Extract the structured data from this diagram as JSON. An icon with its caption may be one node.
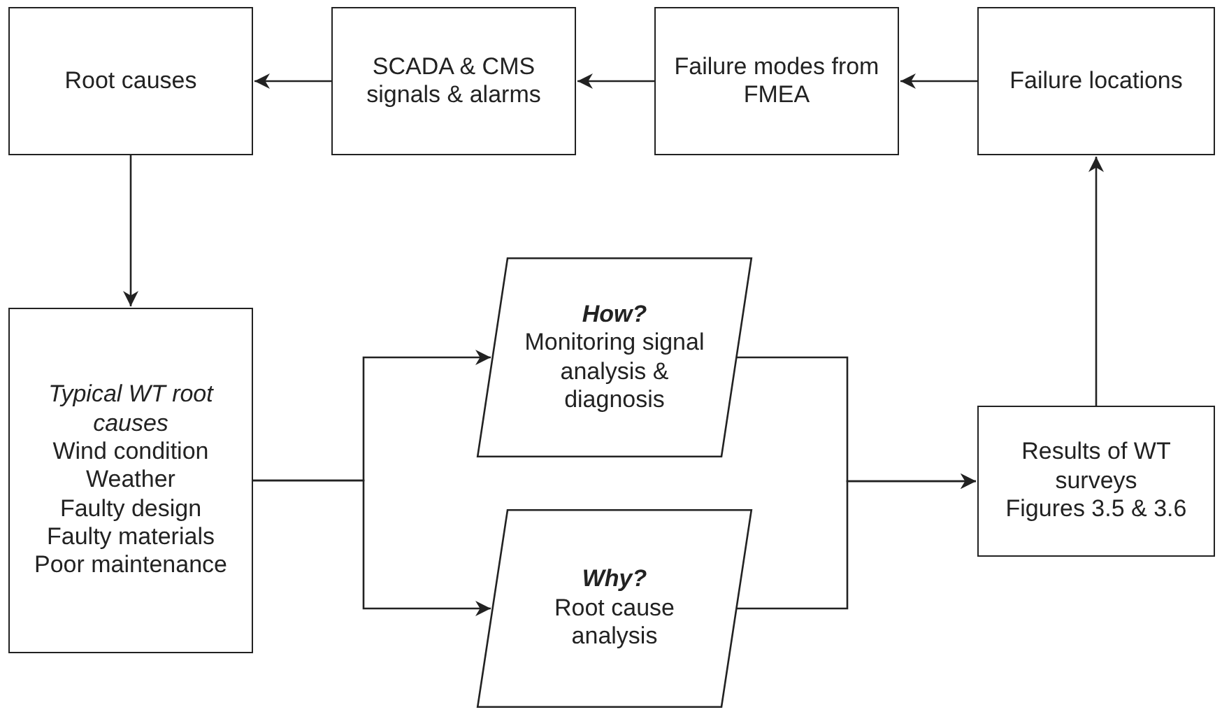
{
  "diagram": {
    "nodes": [
      {
        "text": [
          "Root causes"
        ]
      },
      {
        "text": [
          "SCADA & CMS signals & alarms"
        ]
      },
      {
        "text": [
          "Failure modes from FMEA"
        ]
      },
      {
        "text": [
          "Failure locations"
        ]
      },
      {
        "text": [
          "Typical WT root causes",
          "Wind condition",
          "Weather",
          "Faulty design",
          "Faulty materials",
          "Poor maintenance"
        ]
      },
      {
        "text": [
          "How?",
          "Monitoring signal analysis & diagnosis"
        ]
      },
      {
        "text": [
          "Why?",
          "Root cause analysis"
        ]
      },
      {
        "text": [
          "Results of WT surveys",
          "Figures 3.5 & 3.6"
        ]
      }
    ],
    "edges": [
      {
        "from": 1,
        "to": 0,
        "arrow": "to"
      },
      {
        "from": 2,
        "to": 1,
        "arrow": "to"
      },
      {
        "from": 3,
        "to": 2,
        "arrow": "to"
      },
      {
        "from": 0,
        "to": 4,
        "arrow": "to"
      },
      {
        "from": 4,
        "to": 5,
        "arrow": "to"
      },
      {
        "from": 4,
        "to": 6,
        "arrow": "to"
      },
      {
        "from": 5,
        "to": 7,
        "arrow": "to"
      },
      {
        "from": 6,
        "to": 7,
        "arrow": "to"
      },
      {
        "from": 7,
        "to": 3,
        "arrow": "to"
      }
    ]
  }
}
